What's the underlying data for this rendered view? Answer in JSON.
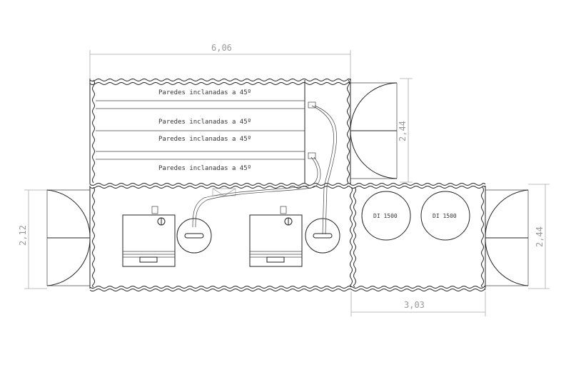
{
  "dimensions": {
    "top_length": "6,06",
    "right_upper_height": "2,44",
    "left_height": "2,12",
    "right_lower_height": "2,44",
    "bottom_length": "3,03"
  },
  "wall_labels": [
    "Paredes inclanadas a 45º",
    "Paredes inclanadas a 45º",
    "Paredes inclanadas a 45º",
    "Paredes inclanadas a 45º"
  ],
  "tanks": [
    "DI 1500",
    "DI 1500"
  ],
  "colors": {
    "line": "#222222",
    "dimension": "#999999"
  }
}
